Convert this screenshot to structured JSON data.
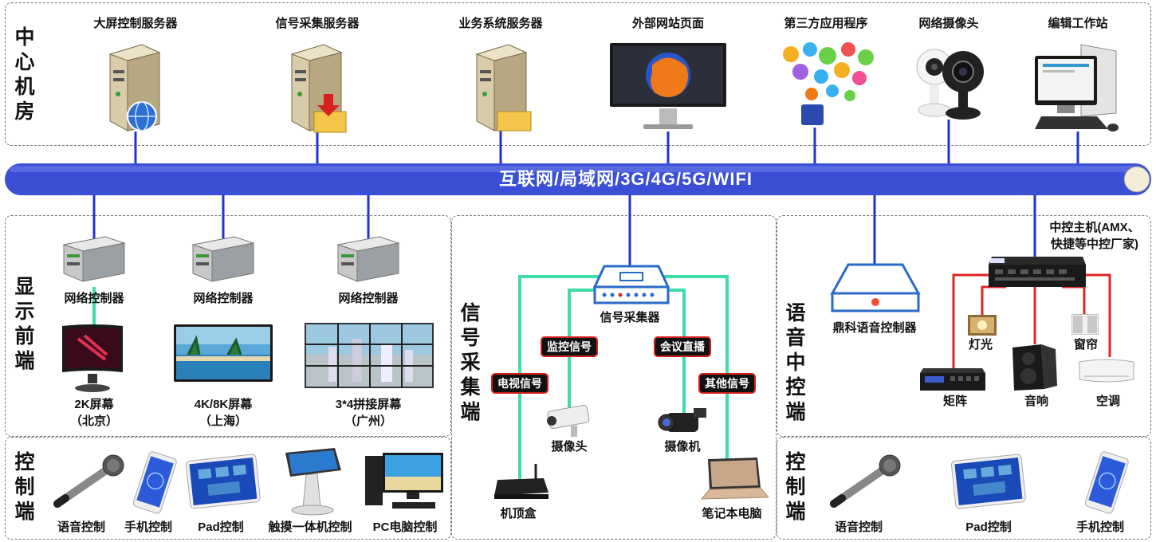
{
  "sections": {
    "center": "中心机房",
    "display": "显示前端",
    "ctrl_left": "控制端",
    "signal": "信号采集端",
    "voice": "语音中控端",
    "ctrl_right": "控制端"
  },
  "bus": {
    "label": "互联网/局域网/3G/4G/5G/WIFI",
    "color": "#3a4fd6"
  },
  "center_devices": [
    "大屏控制服务器",
    "信号采集服务器",
    "业务系统服务器",
    "外部网站页面",
    "第三方应用程序",
    "网络摄像头",
    "编辑工作站"
  ],
  "display_front": {
    "controllers": [
      "网络控制器",
      "网络控制器",
      "网络控制器"
    ],
    "screens": [
      {
        "name": "2K屏幕",
        "city": "（北京）"
      },
      {
        "name": "4K/8K屏幕",
        "city": "（上海）"
      },
      {
        "name": "3*4拼接屏幕",
        "city": "（广州）"
      }
    ]
  },
  "ctrl_left_items": [
    "语音控制",
    "手机控制",
    "Pad控制",
    "触摸一体机控制",
    "PC电脑控制"
  ],
  "signal_side": {
    "hub": "信号采集器",
    "signals": [
      "电视信号",
      "监控信号",
      "会议直播",
      "其他信号"
    ],
    "sources": [
      "机顶盒",
      "摄像头",
      "摄像机",
      "笔记本电脑"
    ]
  },
  "voice_side": {
    "voice_ctrl": "鼎科语音控制器",
    "host_line1": "中控主机(AMX、",
    "host_line2": "快捷等中控厂家)",
    "devices": [
      "灯光",
      "窗帘",
      "矩阵",
      "音响",
      "空调"
    ]
  },
  "ctrl_right_items": [
    "语音控制",
    "Pad控制",
    "手机控制"
  ],
  "colors": {
    "bus": "#3a4fd6",
    "wire_blue": "#2233cc",
    "wire_green": "#3fdcab",
    "wire_red": "#e02424",
    "pill_border": "#d42020"
  }
}
